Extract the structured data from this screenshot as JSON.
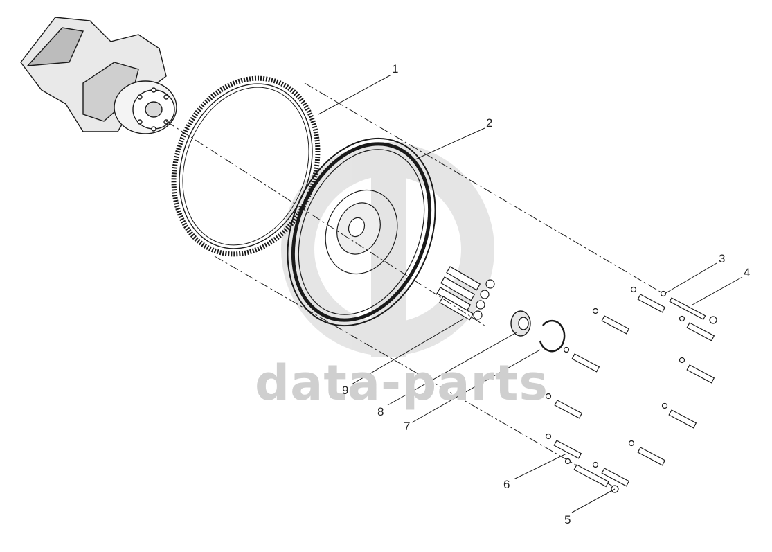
{
  "diagram": {
    "watermark_text": "data-parts",
    "callouts": [
      {
        "label": "1"
      },
      {
        "label": "2"
      },
      {
        "label": "3"
      },
      {
        "label": "4"
      },
      {
        "label": "5"
      },
      {
        "label": "6"
      },
      {
        "label": "7"
      },
      {
        "label": "8"
      },
      {
        "label": "9"
      }
    ]
  },
  "colors": {
    "line": "#1a1a1a",
    "watermark": "#cfcfcf",
    "background": "#ffffff"
  }
}
